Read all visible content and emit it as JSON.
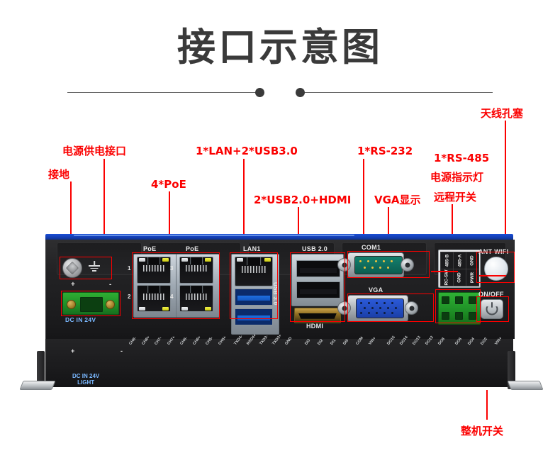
{
  "page": {
    "title": "接口示意图",
    "accent_red": "#fb0000",
    "title_color": "#3a3a3a",
    "device_blue": "#1440b8"
  },
  "callouts": [
    {
      "id": "ground",
      "text": "接地"
    },
    {
      "id": "power-supply",
      "text": "电源供电接口"
    },
    {
      "id": "poe",
      "text": "4*PoE"
    },
    {
      "id": "lan-usb3",
      "text": "1*LAN+2*USB3.0"
    },
    {
      "id": "usb2-hdmi",
      "text": "2*USB2.0+HDMI"
    },
    {
      "id": "rs232",
      "text": "1*RS-232"
    },
    {
      "id": "vga",
      "text": "VGA显示"
    },
    {
      "id": "rs485",
      "text": "1*RS-485"
    },
    {
      "id": "power-led",
      "text": "电源指示灯"
    },
    {
      "id": "remote-switch",
      "text": "远程开关"
    },
    {
      "id": "antenna-plug",
      "text": "天线孔塞"
    },
    {
      "id": "main-switch",
      "text": "整机开关"
    }
  ],
  "device": {
    "silkscreen": {
      "poe_left": "PoE",
      "poe_right": "PoE",
      "lan1": "LAN1",
      "usb3": "USB 3.0",
      "usb2": "USB 2.0",
      "hdmi": "HDMI",
      "com1": "COM1",
      "vga": "VGA",
      "ant_wifi": "ANT WIFI",
      "on_off": "ON/OFF",
      "dc_in": "DC IN 24V",
      "dc_in_light_1": "DC IN 24V",
      "dc_in_light_2": "LIGHT",
      "plus": "+",
      "minus": "-"
    },
    "poe_port_numbers": [
      "1",
      "2",
      "3",
      "4"
    ],
    "terminal_block_labels_top": [
      "485-B",
      "485-A",
      "GND"
    ],
    "terminal_block_labels_bottom": [
      "RC-SW",
      "GND",
      "PWR"
    ],
    "micro_labels_row1": [
      "CH8-",
      "CH8+",
      "CH7-",
      "CH7+",
      "CH6-",
      "CH6+",
      "CH5-",
      "CH5+"
    ],
    "micro_labels_row2": [
      "TXD4-",
      "RXD4+",
      "TXD3-",
      "TXD3+",
      "GND"
    ],
    "micro_labels_row3": [
      "DI3",
      "DI2",
      "DI1",
      "DI0",
      "COM",
      "VIN+"
    ],
    "micro_labels_row4": [
      "DO15",
      "DO14",
      "DO13",
      "DO12",
      "DO8"
    ],
    "micro_labels_row5": [
      "DO6",
      "DO4",
      "DO2",
      "VIN+"
    ]
  }
}
